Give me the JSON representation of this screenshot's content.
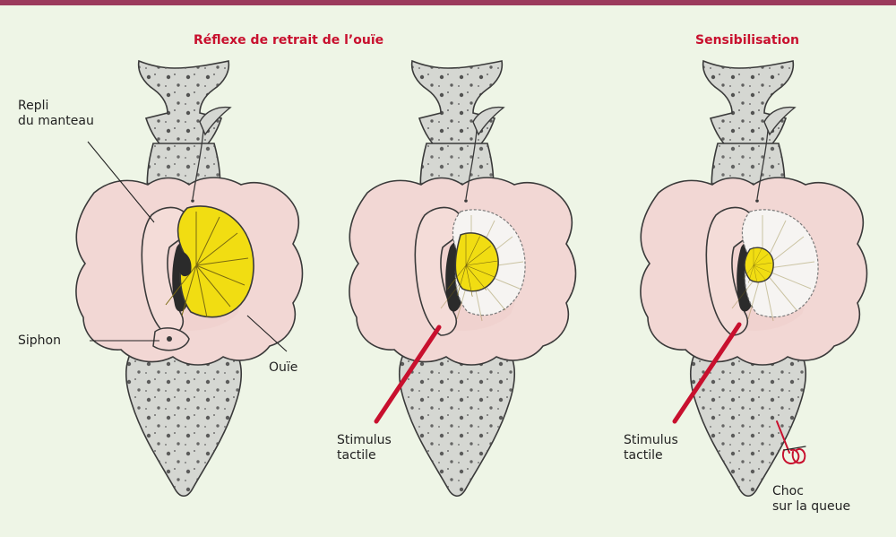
{
  "titles": {
    "reflex": "Réflexe de retrait de l’ouïe",
    "sensitization": "Sensibilisation"
  },
  "labels": {
    "mantle_fold_line1": "Repli",
    "mantle_fold_line2": "du manteau",
    "siphon": "Siphon",
    "gill": "Ouïe",
    "stimulus_1_line1": "Stimulus",
    "stimulus_1_line2": "tactile",
    "stimulus_2_line1": "Stimulus",
    "stimulus_2_line2": "tactile",
    "shock_line1": "Choc",
    "shock_line2": "sur la queue"
  },
  "colors": {
    "title": "#c8102e",
    "top_bar": "#9b3a5c",
    "background": "#eef5e6",
    "body_gray": "#d5d7d2",
    "mantle_pink": "#f2d7d4",
    "gill_yellow": "#f1dd12",
    "probe_red": "#c8102e"
  }
}
